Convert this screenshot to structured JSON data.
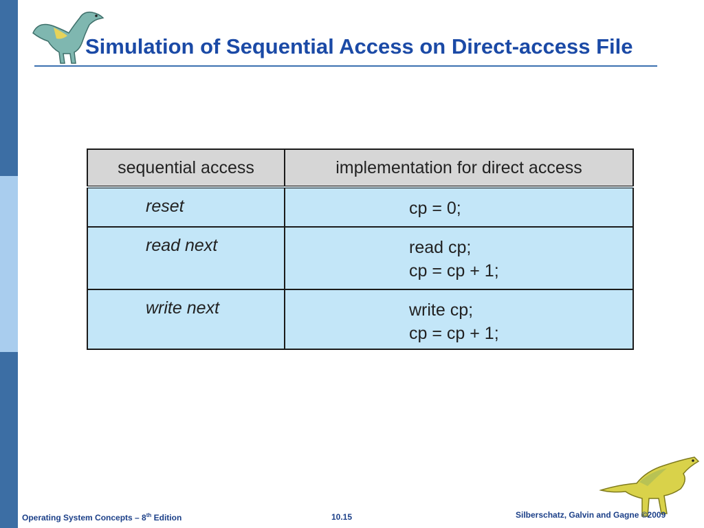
{
  "slide": {
    "title": "Simulation of Sequential Access on Direct-access File"
  },
  "table": {
    "headers": [
      "sequential access",
      "implementation for direct access"
    ],
    "rows": [
      {
        "operation": "reset",
        "implementation": [
          "cp = 0;"
        ]
      },
      {
        "operation": "read next",
        "implementation": [
          "read cp;",
          "cp = cp + 1;"
        ]
      },
      {
        "operation": "write next",
        "implementation": [
          "write cp;",
          "cp = cp + 1;"
        ]
      }
    ]
  },
  "footer": {
    "book_prefix": "Operating System Concepts – 8",
    "book_sup": "th",
    "book_suffix": " Edition",
    "page_number": "10.15",
    "copyright": "Silberschatz, Galvin and Gagne ©2009"
  },
  "colors": {
    "title": "#1b4aa6",
    "side_band_dark": "#3c6ea4",
    "side_band_light": "#a9cdee",
    "table_header_bg": "#d6d6d6",
    "table_body_bg": "#c3e6f8"
  },
  "icons": {
    "top_left": "dinosaur-icon",
    "bottom_right": "dinosaur-icon"
  }
}
